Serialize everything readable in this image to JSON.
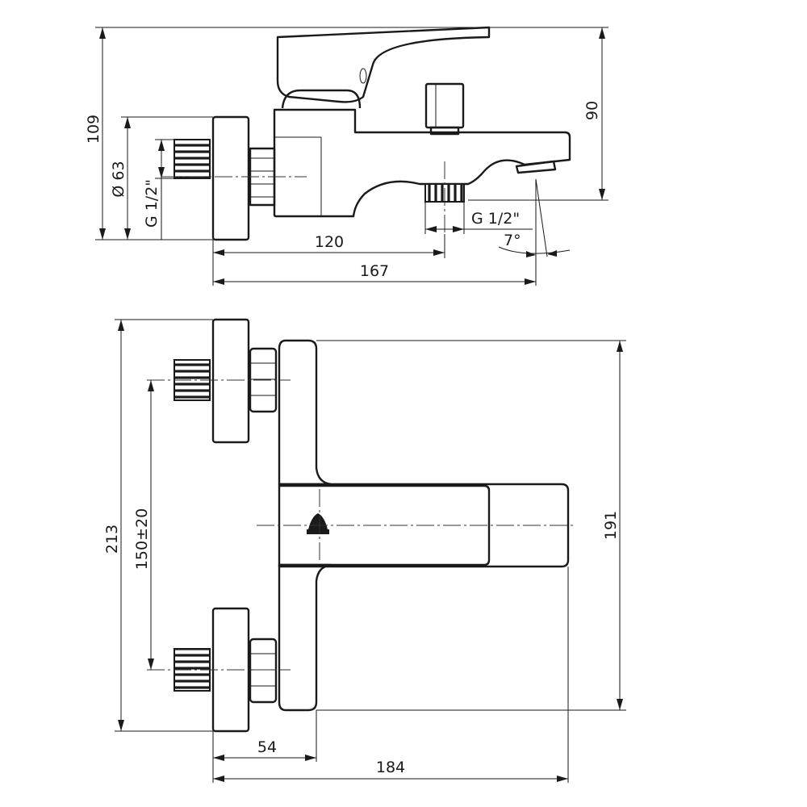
{
  "side_view": {
    "dim_total_height": "109",
    "dim_spout_height": "90",
    "dim_diameter": "Ø 63",
    "dim_inlet_thread": "G 1/2\"",
    "dim_outlet_thread": "G 1/2\"",
    "dim_angle": "7°",
    "dim_outlet_distance": "120",
    "dim_total_depth": "167"
  },
  "top_view": {
    "dim_total_width": "213",
    "dim_inlet_spacing": "150±20",
    "dim_body_width": "191",
    "dim_wall_to_body": "54",
    "dim_total_length": "184"
  }
}
